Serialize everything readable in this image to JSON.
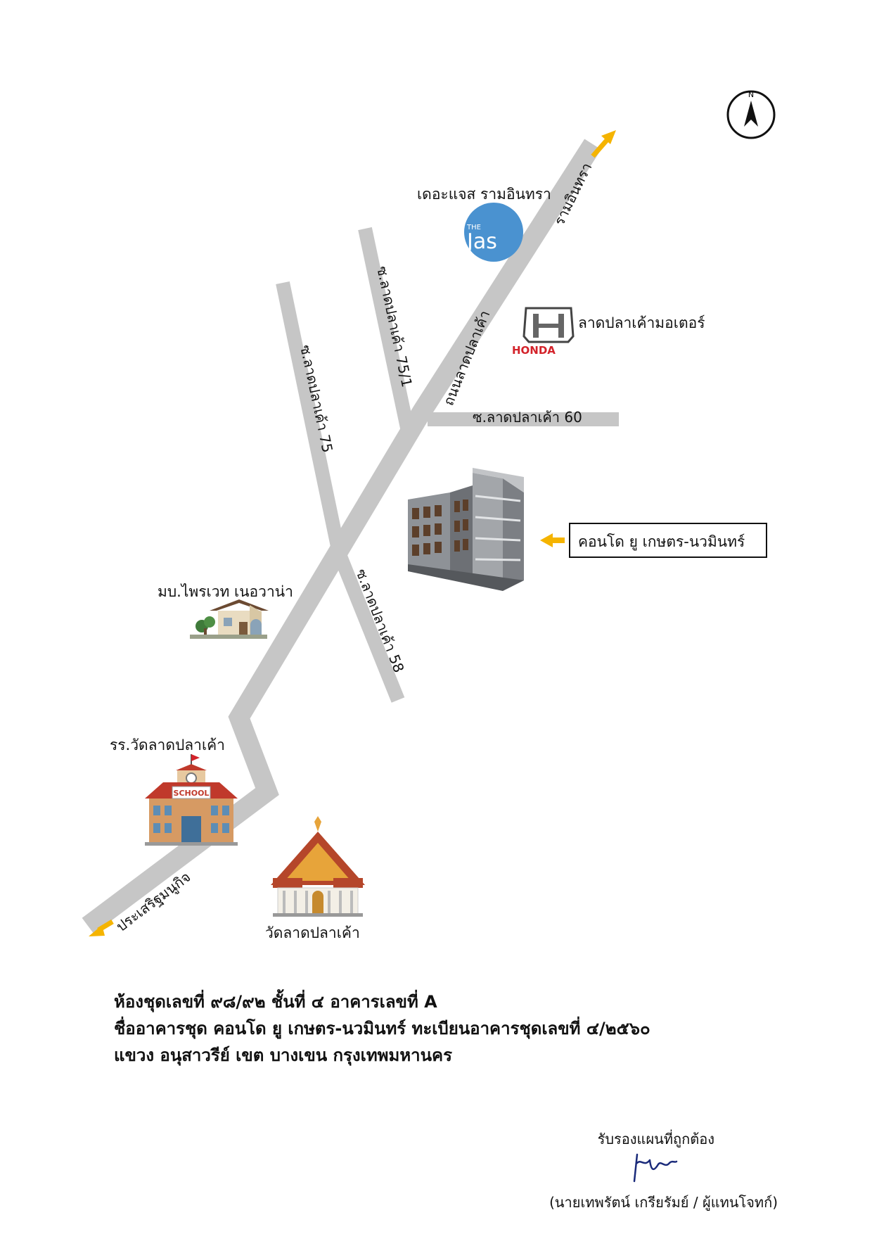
{
  "map": {
    "compass_label": "N",
    "roads": {
      "ramintra": "รามอินทรา",
      "lad_pla_khao_road": "ถนนลาดปลาเค้า",
      "soi_75_1": "ซ.ลาดปลาเค้า 75/1",
      "soi_75": "ซ.ลาดปลาเค้า 75",
      "soi_60": "ซ.ลาดปลาเค้า 60",
      "soi_58": "ซ.ลาดปลาเค้า 58",
      "prasert": "ประเสริฐมนูกิจ"
    },
    "landmarks": {
      "the_jas": "เดอะแจส รามอินทรา",
      "the_jas_logo_small": "THE",
      "the_jas_logo_big": "Jas",
      "honda_dealer": "ลาดปลาเค้ามอเตอร์",
      "honda_logo_text": "HONDA",
      "condo_callout": "คอนโด ยู เกษตร-นวมินทร์",
      "village": "มบ.ไพรเวท เนอวาน่า",
      "school": "รร.วัดลาดปลาเค้า",
      "school_sign": "SCHOOL",
      "temple": "วัดลาดปลาเค้า"
    },
    "colors": {
      "road": "#c6c6c6",
      "arrow": "#f5b400",
      "jas_blue": "#4a92d0",
      "honda_red": "#d3222a"
    }
  },
  "footer": {
    "line1": "ห้องชุดเลขที่ ๙๘/๙๒ ชั้นที่ ๔ อาคารเลขที่ A",
    "line2": "ชื่ออาคารชุด คอนโด ยู เกษตร-นวมินทร์ ทะเบียนอาคารชุดเลขที่ ๔/๒๕๖๐",
    "line3": "แขวง อนุสาวรีย์ เขต บางเขน กรุงเทพมหานคร"
  },
  "certification": {
    "title": "รับรองแผนที่ถูกต้อง",
    "signer": "(นายเทพรัตน์ เกรียรัมย์ / ผู้แทนโจทก์)"
  }
}
